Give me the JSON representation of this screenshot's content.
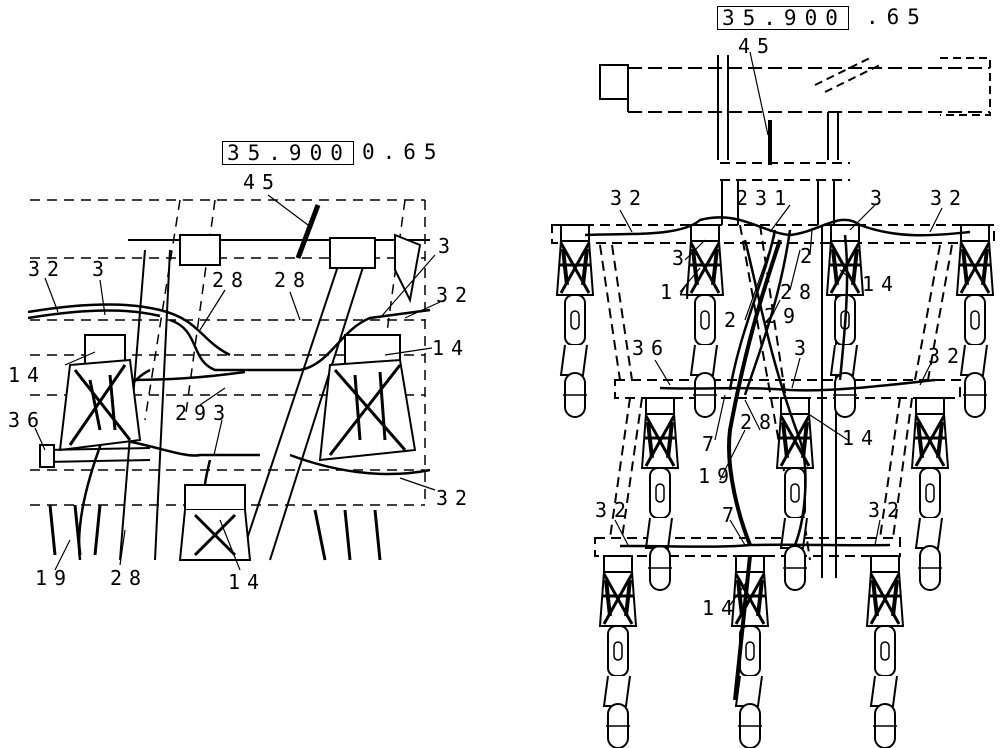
{
  "views": {
    "left": {
      "ref_box": "35.900",
      "ref_suffix": "0.65",
      "callouts": {
        "c45": "45",
        "c32a": "32",
        "c3a": "3",
        "c28a": "28",
        "c28b": "28",
        "c3b": "3",
        "c32b": "32",
        "c14a": "14",
        "c14b": "14",
        "c293": "293",
        "c36": "36",
        "c32c": "32",
        "c19": "19",
        "c28c": "28",
        "c14c": "14"
      }
    },
    "right": {
      "ref_box": "35.900",
      "ref_suffix": ".65",
      "callouts": {
        "c45": "45",
        "c32a": "32",
        "c231": "231",
        "c3a": "3",
        "c32b": "32",
        "c3b": "3",
        "c2": "2",
        "c14a": "14",
        "c14b": "14",
        "c28a": "28",
        "c2b": "2",
        "c29": "29",
        "c36": "36",
        "c3c": "3",
        "c32c": "32",
        "c7a": "7",
        "c28b": "28",
        "c14c": "14",
        "c19": "19",
        "c32d": "32",
        "c7b": "7",
        "c32e": "32",
        "c14d": "14"
      }
    }
  }
}
